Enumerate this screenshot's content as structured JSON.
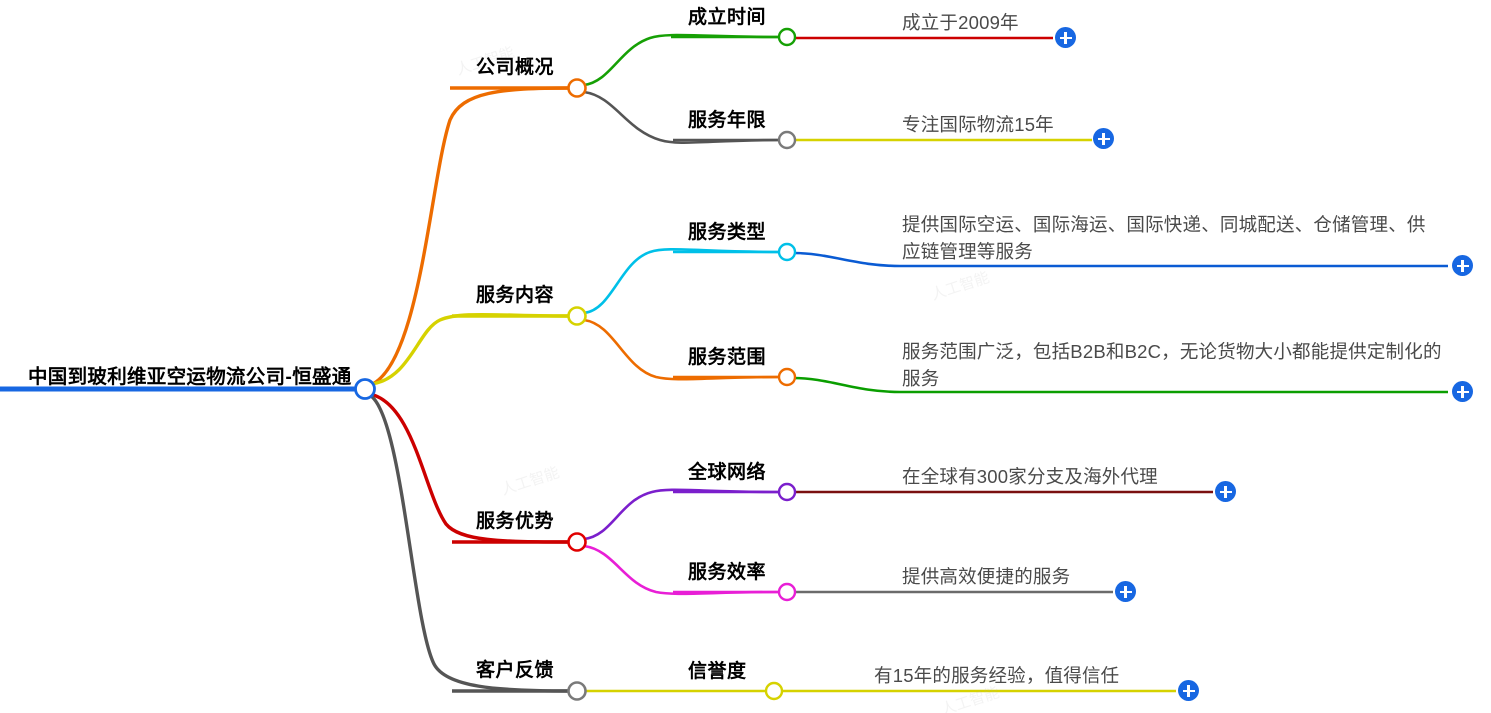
{
  "diagram": {
    "type": "mindmap",
    "title": "中国到玻利维亚空运物流公司-恒盛通",
    "root": {
      "label": "中国到玻利维亚空运物流公司-恒盛通",
      "node_color": "#1767E2",
      "underline_color": "#1767E2"
    },
    "add_button_label": "+",
    "branches": [
      {
        "label": "公司概况",
        "node_color": "#ED6C00",
        "line_color": "#ED6C00",
        "children": [
          {
            "label": "成立时间",
            "node_color": "#16A005",
            "line_color": "#16A005",
            "leaf": "成立于2009年",
            "leaf_line_color": "#CC0000"
          },
          {
            "label": "服务年限",
            "node_color": "#7A7A7A",
            "line_color": "#555555",
            "leaf": "专注国际物流15年",
            "leaf_line_color": "#D6D200"
          }
        ]
      },
      {
        "label": "服务内容",
        "node_color": "#D6D200",
        "line_color": "#D6D200",
        "children": [
          {
            "label": "服务类型",
            "node_color": "#00C0E8",
            "line_color": "#00C0E8",
            "leaf": "提供国际空运、国际海运、国际快递、同城配送、仓储管理、供应链管理等服务",
            "leaf_line_color": "#0A5BD3"
          },
          {
            "label": "服务范围",
            "node_color": "#ED6C00",
            "line_color": "#ED6C00",
            "leaf": "服务范围广泛，包括B2B和B2C，无论货物大小都能提供定制化的服务",
            "leaf_line_color": "#0A9E00"
          }
        ]
      },
      {
        "label": "服务优势",
        "node_color": "#E00000",
        "line_color": "#CC0000",
        "children": [
          {
            "label": "全球网络",
            "node_color": "#7B1FCC",
            "line_color": "#7B1FCC",
            "leaf": "在全球有300家分支及海外代理",
            "leaf_line_color": "#7A1010"
          },
          {
            "label": "服务效率",
            "node_color": "#E81FD6",
            "line_color": "#E81FD6",
            "leaf": "提供高效便捷的服务",
            "leaf_line_color": "#6B6B6B"
          }
        ]
      },
      {
        "label": "客户反馈",
        "node_color": "#7A7A7A",
        "line_color": "#555555",
        "children": [
          {
            "label": "信誉度",
            "node_color": "#D6D200",
            "line_color": "#D6D200",
            "leaf": "有15年的服务经验，值得信任",
            "leaf_line_color": "#D6D200"
          }
        ]
      }
    ]
  }
}
